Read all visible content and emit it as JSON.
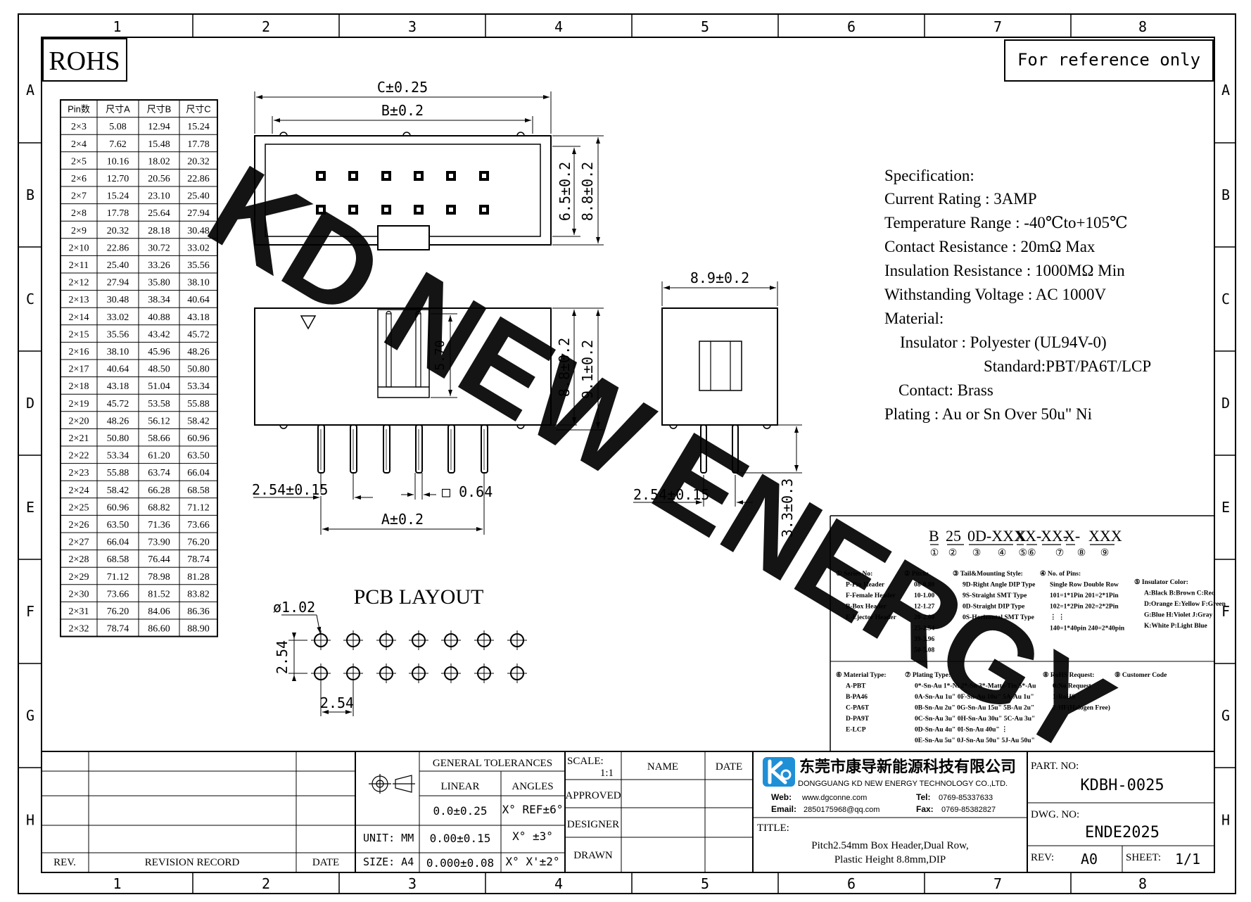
{
  "frame": {
    "columns": [
      "1",
      "2",
      "3",
      "4",
      "5",
      "6",
      "7",
      "8"
    ],
    "rows": [
      "A",
      "B",
      "C",
      "D",
      "E",
      "F",
      "G",
      "H"
    ]
  },
  "rohs_label": "ROHS",
  "reference_note": "For reference only",
  "watermark": "KD NEW ENERGY",
  "dimension_table": {
    "headers": [
      "Pin数",
      "尺寸A",
      "尺寸B",
      "尺寸C"
    ],
    "rows": [
      [
        "2×3",
        "5.08",
        "12.94",
        "15.24"
      ],
      [
        "2×4",
        "7.62",
        "15.48",
        "17.78"
      ],
      [
        "2×5",
        "10.16",
        "18.02",
        "20.32"
      ],
      [
        "2×6",
        "12.70",
        "20.56",
        "22.86"
      ],
      [
        "2×7",
        "15.24",
        "23.10",
        "25.40"
      ],
      [
        "2×8",
        "17.78",
        "25.64",
        "27.94"
      ],
      [
        "2×9",
        "20.32",
        "28.18",
        "30.48"
      ],
      [
        "2×10",
        "22.86",
        "30.72",
        "33.02"
      ],
      [
        "2×11",
        "25.40",
        "33.26",
        "35.56"
      ],
      [
        "2×12",
        "27.94",
        "35.80",
        "38.10"
      ],
      [
        "2×13",
        "30.48",
        "38.34",
        "40.64"
      ],
      [
        "2×14",
        "33.02",
        "40.88",
        "43.18"
      ],
      [
        "2×15",
        "35.56",
        "43.42",
        "45.72"
      ],
      [
        "2×16",
        "38.10",
        "45.96",
        "48.26"
      ],
      [
        "2×17",
        "40.64",
        "48.50",
        "50.80"
      ],
      [
        "2×18",
        "43.18",
        "51.04",
        "53.34"
      ],
      [
        "2×19",
        "45.72",
        "53.58",
        "55.88"
      ],
      [
        "2×20",
        "48.26",
        "56.12",
        "58.42"
      ],
      [
        "2×21",
        "50.80",
        "58.66",
        "60.96"
      ],
      [
        "2×22",
        "53.34",
        "61.20",
        "63.50"
      ],
      [
        "2×23",
        "55.88",
        "63.74",
        "66.04"
      ],
      [
        "2×24",
        "58.42",
        "66.28",
        "68.58"
      ],
      [
        "2×25",
        "60.96",
        "68.82",
        "71.12"
      ],
      [
        "2×26",
        "63.50",
        "71.36",
        "73.66"
      ],
      [
        "2×27",
        "66.04",
        "73.90",
        "76.20"
      ],
      [
        "2×28",
        "68.58",
        "76.44",
        "78.74"
      ],
      [
        "2×29",
        "71.12",
        "78.98",
        "81.28"
      ],
      [
        "2×30",
        "73.66",
        "81.52",
        "83.82"
      ],
      [
        "2×31",
        "76.20",
        "84.06",
        "86.36"
      ],
      [
        "2×32",
        "78.74",
        "86.60",
        "88.90"
      ]
    ]
  },
  "dimensions": {
    "c_dim": "C±0.25",
    "b_dim": "B±0.2",
    "h_65": "6.5±0.2",
    "h_88_top": "8.8±0.2",
    "w_89": "8.9±0.2",
    "h_570": "5.70",
    "h_88_front": "8.8±0.2",
    "h_91": "9.1±0.2",
    "pitch_front": "2.54±0.15",
    "pin_sq": "□ 0.64",
    "a_dim": "A±0.2",
    "pitch_side": "2.54±0.15",
    "tail_33": "3.3±0.3"
  },
  "pcb": {
    "title": "PCB LAYOUT",
    "hole_dia": "ø1.02",
    "row_pitch": "2.54",
    "col_pitch": "2.54"
  },
  "specification": [
    "Specification:",
    "Current Rating : 3AMP",
    "Temperature Range : -40℃to+105℃",
    "Contact Resistance : 20mΩ Max",
    "Insulation Resistance : 1000MΩ Min",
    "Withstanding Voltage : AC 1000V",
    "Material:",
    "Insulator : Polyester (UL94V-0)",
    "Standard:PBT/PA6T/LCP",
    "Contact: Brass",
    "Plating : Au or Sn Over 50u\" Ni"
  ],
  "part_code": {
    "segments": [
      "B",
      "25",
      "0D-XXX",
      "X",
      "X-",
      "XX-",
      "X-",
      "XXX"
    ],
    "indices": [
      "①",
      "②",
      "③",
      "④",
      "⑤⑥",
      "⑦",
      "⑧",
      "⑨"
    ]
  },
  "legend_upper": {
    "series": [
      "① Series No:",
      "P-Pin Header",
      "F-Female Header",
      "B-Box Header",
      "E-Ejector Header"
    ],
    "pitch": [
      "② Pitch:",
      "08-0.80",
      "10-1.00",
      "12-1.27",
      "20-2.00",
      "25-2.54",
      "39-3.96",
      "50-5.08"
    ],
    "tail": [
      "③ Tail&Mounting Style:",
      "9D-Right Angle DIP Type",
      "9S-Straight SMT Type",
      "0D-Straight DIP Type",
      "0S-Horizontal SMT Type"
    ],
    "pins": [
      "④ No. of Pins:",
      "Single Row   Double Row",
      "101=1*1Pin   201=2*1Pin",
      "102=1*2Pin   202=2*2Pin",
      "  ⋮             ⋮",
      "140=1*40pin  240=2*40pin"
    ],
    "color": [
      "⑤ Insulator Color:",
      "A:Black  B:Brown  C:Red",
      "D:Orange E:Yellow F:Green",
      "G:Blue   H:Violet J:Gray",
      "K:White  P:Light Blue"
    ]
  },
  "legend_lower": {
    "material": [
      "⑥ Material Type:",
      "A-PBT",
      "B-PA46",
      "C-PA6T",
      "D-PA9T",
      "E-LCP"
    ],
    "plating": [
      "⑦ Plating Type:",
      "0*-Sn-Au 1*-Ni 2*-Sn 3*-Matte-Tin 5*-Au",
      "0A-Sn-Au 1u\" 0F-Sn-Au 10u\"  5A-Au 1u\"",
      "0B-Sn-Au 2u\" 0G-Sn-Au 15u\"  5B-Au 2u\"",
      "0C-Sn-Au 3u\" 0H-Sn-Au 30u\"  5C-Au 3u\"",
      "0D-Sn-Au 4u\" 0I-Sn-Au 40u\"    ⋮",
      "0E-Sn-Au 5u\" 0J-Sn-Au 50u\"  5J-Au 50u\""
    ],
    "rohs": [
      "⑧ RoHS Request:",
      "0:No Request",
      "1:RoHS",
      "2:HF(Halogen Free)"
    ],
    "customer": [
      "⑨ Customer Code"
    ]
  },
  "title_block": {
    "rev_header": "REV.",
    "revision_record": "REVISION RECORD",
    "date_header": "DATE",
    "general_tolerances": "GENERAL TOLERANCES",
    "linear": "LINEAR",
    "angles": "ANGLES",
    "lin1": "0.0±0.25",
    "lin2": "0.00±0.15",
    "lin3": "0.000±0.08",
    "ang1": "X° REF±6°",
    "ang2": "X° ±3°",
    "ang3": "X° X'±2°",
    "unit": "UNIT: MM",
    "size": "SIZE: A4",
    "scale_label": "SCALE:",
    "scale_value": "1:1",
    "name": "NAME",
    "date": "DATE",
    "approved": "APPROVED",
    "designer": "DESIGNER",
    "drawn": "DRAWN",
    "company_cn": "东莞市康导新能源科技有限公司",
    "company_en": "DONGGUANG KD NEW ENERGY TECHNOLOGY CO.,LTD.",
    "web_label": "Web:",
    "web": "www.dgconne.com",
    "tel_label": "Tel:",
    "tel": "0769-85337633",
    "email_label": "Email:",
    "email": "2850175968@qq.com",
    "fax_label": "Fax:",
    "fax": "0769-85382827",
    "title_label": "TITLE:",
    "title_line1": "Pitch2.54mm Box Header,Dual Row,",
    "title_line2": "Plastic Height 8.8mm,DIP",
    "part_no_label": "PART. NO:",
    "part_no": "KDBH-0025",
    "dwg_no_label": "DWG. NO:",
    "dwg_no": "ENDE2025",
    "rev_label": "REV:",
    "rev": "A0",
    "sheet_label": "SHEET:",
    "sheet": "1/1"
  },
  "colors": {
    "watermark": "#33e5ee",
    "logo": "#1f8fd6",
    "ink": "#000000"
  }
}
